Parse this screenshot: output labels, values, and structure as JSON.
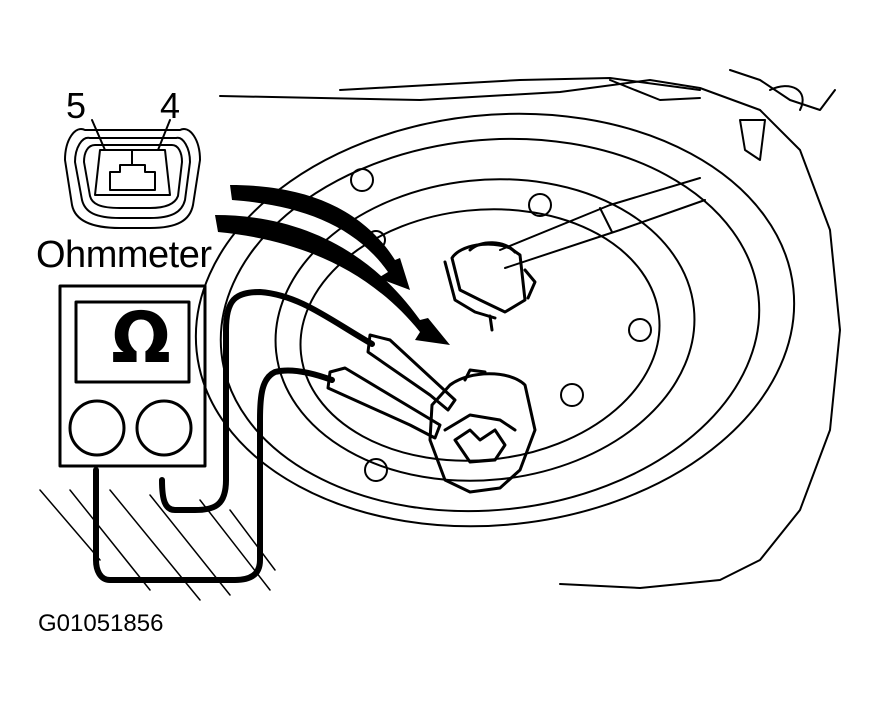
{
  "connector": {
    "pin_left": "5",
    "pin_right": "4"
  },
  "meter": {
    "title": "Ohmmeter",
    "symbol": "Ω"
  },
  "figure": {
    "id": "G01051856"
  },
  "colors": {
    "line": "#000000",
    "background": "#ffffff"
  }
}
